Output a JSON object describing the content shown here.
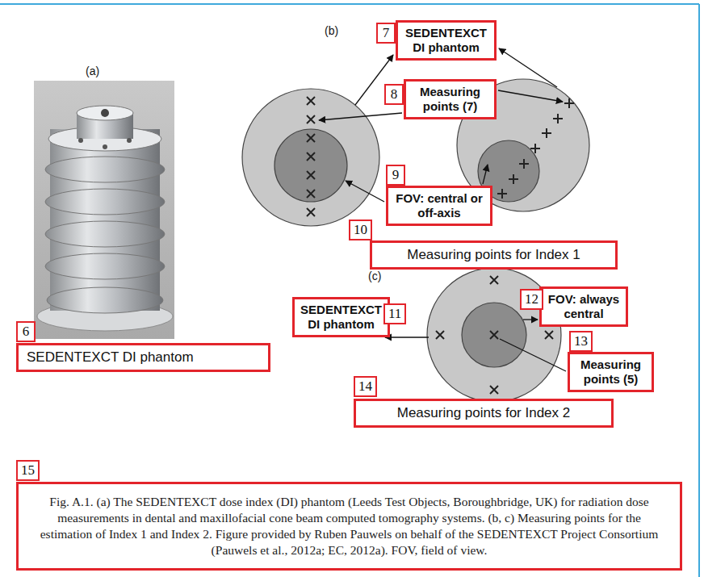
{
  "diagram": {
    "nodes": [
      {
        "text": [
          "SEDENTEXCT DI phantom"
        ]
      },
      {
        "text": [
          "SEDENTEXCT DI phantom"
        ]
      },
      {
        "text": [
          "Measuring points (7)"
        ]
      },
      {
        "text": [
          "FOV: central or off-axis"
        ]
      },
      {
        "text": [
          "Measuring points for Index 1"
        ]
      },
      {
        "text": [
          "SEDENTEXCT DI phantom"
        ]
      },
      {
        "text": [
          "FOV: always central"
        ]
      },
      {
        "text": [
          "Measuring points (5)"
        ]
      },
      {
        "text": [
          "Measuring points for Index 2"
        ]
      },
      {
        "text": [
          "Fig. A.1. (a) The SEDENTEXCT dose index (DI) phantom (Leeds Test Objects, Boroughbridge, UK) for radiation dose measurements in dental and maxillofacial cone beam computed tomography systems. (b, c) Measuring points for the estimation of Index 1 and Index 2. Figure provided by Ruben Pauwels on behalf of the SEDENTEXCT Project Consortium (Pauwels et al., 2012a; EC, 2012a). FOV, field of view."
        ]
      }
    ],
    "labels": [
      "(a)",
      "(b)",
      "(c)",
      "6",
      "7",
      "8",
      "9",
      "10",
      "11",
      "12",
      "13",
      "14",
      "15"
    ]
  }
}
